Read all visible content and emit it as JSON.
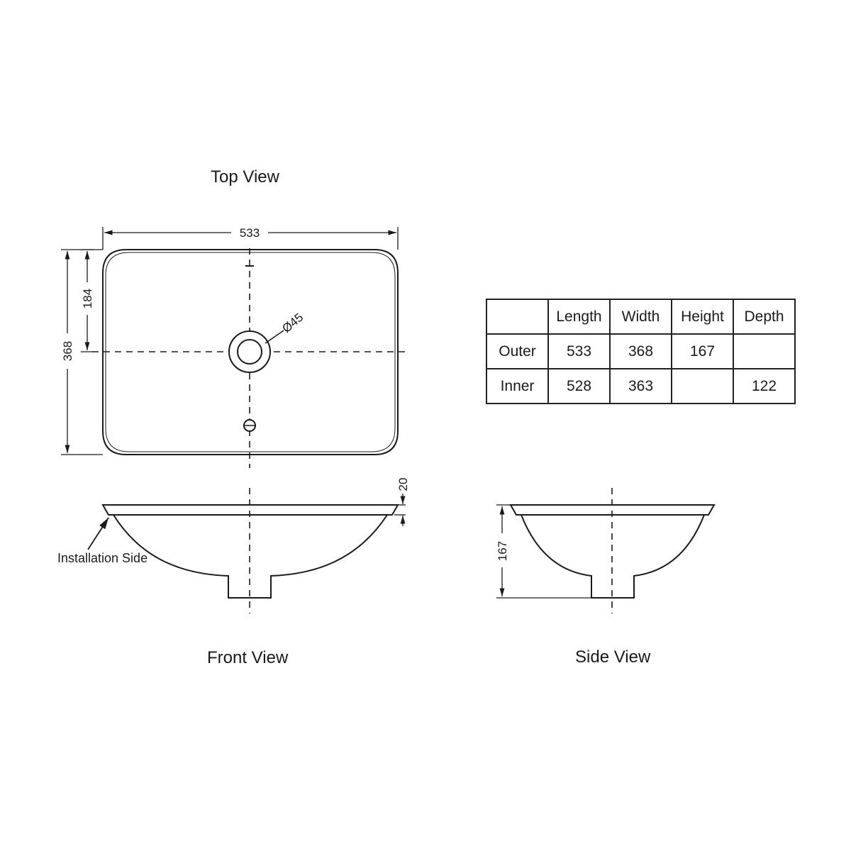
{
  "views": {
    "top": "Top View",
    "front": "Front View",
    "side": "Side View"
  },
  "dimensions": {
    "outer_length": "533",
    "outer_width": "368",
    "drain_offset": "184",
    "drain_diameter": "Ø45",
    "rim_thickness": "20",
    "height": "167"
  },
  "annotations": {
    "installation_side": "Installation Side"
  },
  "spec_table": {
    "headers": [
      "",
      "Length",
      "Width",
      "Height",
      "Depth"
    ],
    "rows": [
      {
        "label": "Outer",
        "values": [
          "533",
          "368",
          "167",
          ""
        ]
      },
      {
        "label": "Inner",
        "values": [
          "528",
          "363",
          "",
          "122"
        ]
      }
    ]
  }
}
